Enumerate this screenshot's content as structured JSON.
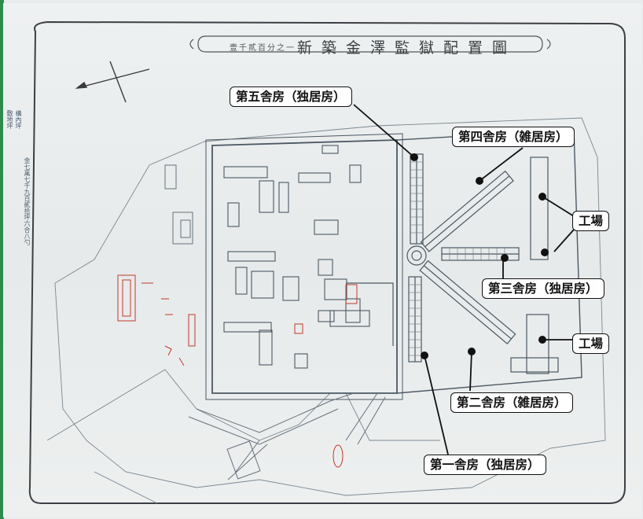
{
  "map": {
    "title": "新築金澤監獄配置圖",
    "scale": "壹千貳百分之一"
  },
  "side_notes": {
    "left_1": "敷地坪",
    "left_2": "構內坪",
    "left_3": "金七萬七千九百貳拾坪六合八勺"
  },
  "callouts": {
    "fifth": "第五舎房（独居房）",
    "fourth": "第四舎房（雑居房）",
    "factory_1": "工場",
    "third": "第三舎房（独居房）",
    "factory_2": "工場",
    "second": "第二舎房（雑居房）",
    "first": "第一舎房（独居房）"
  },
  "colors": {
    "ink": "#4b5864",
    "red_ink": "#c0392b",
    "label_border": "#111111"
  }
}
